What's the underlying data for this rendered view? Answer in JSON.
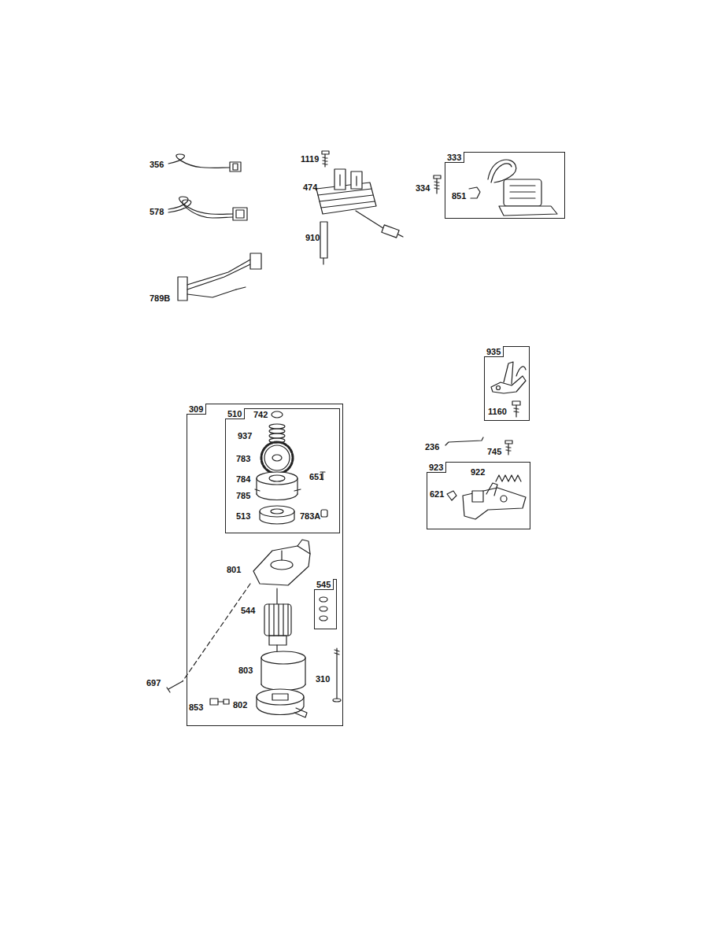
{
  "diagram": {
    "nodes": [
      {
        "text": [
          "333",
          "851"
        ]
      },
      {
        "text": [
          "309",
          "801",
          "544",
          "803",
          "310",
          "853",
          "802"
        ]
      },
      {
        "text": [
          "510",
          "742",
          "937",
          "783",
          "784",
          "785",
          "513",
          "651",
          "783A"
        ],
        "in": 1
      },
      {
        "text": [
          "545"
        ],
        "in": 1
      },
      {
        "text": [
          "935",
          "1160"
        ]
      },
      {
        "text": [
          "923",
          "922",
          "621"
        ]
      }
    ],
    "labels": [
      "356",
      "578",
      "789B",
      "1119",
      "474",
      "910",
      "334",
      "236",
      "745",
      "697"
    ]
  }
}
